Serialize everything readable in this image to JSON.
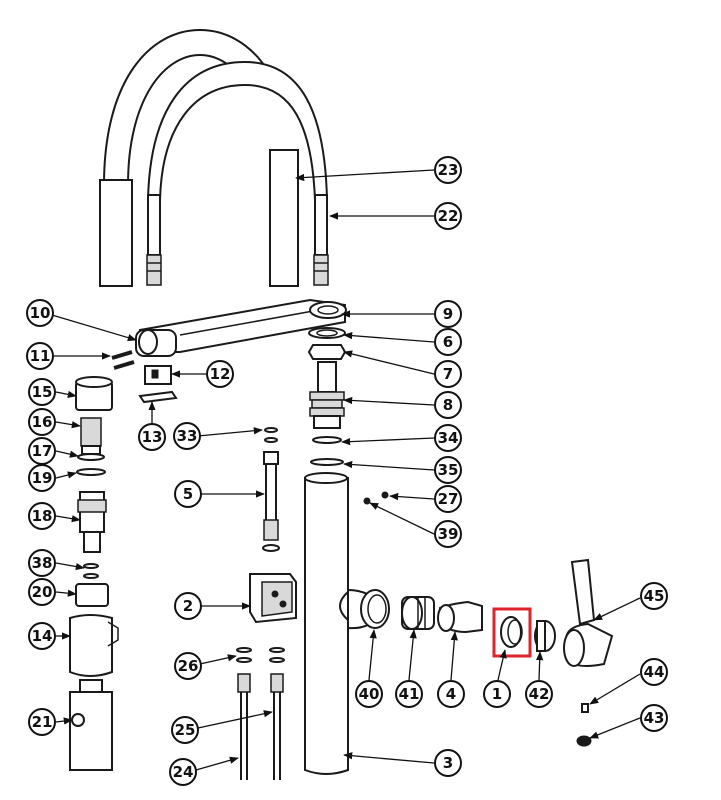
{
  "labels": {
    "p1": "1",
    "p2": "2",
    "p3": "3",
    "p4": "4",
    "p5": "5",
    "p6": "6",
    "p7": "7",
    "p8": "8",
    "p9": "9",
    "p10": "10",
    "p11": "11",
    "p12": "12",
    "p13": "13",
    "p14": "14",
    "p15": "15",
    "p16": "16",
    "p17": "17",
    "p18": "18",
    "p19": "19",
    "p20": "20",
    "p21": "21",
    "p22": "22",
    "p23": "23",
    "p24": "24",
    "p25": "25",
    "p26": "26",
    "p27": "27",
    "p33": "33",
    "p34": "34",
    "p35": "35",
    "p38": "38",
    "p39": "39",
    "p40": "40",
    "p41": "41",
    "p42": "42",
    "p43": "43",
    "p44": "44",
    "p45": "45"
  },
  "highlight": {
    "part": "1",
    "color": "#e0242b"
  }
}
